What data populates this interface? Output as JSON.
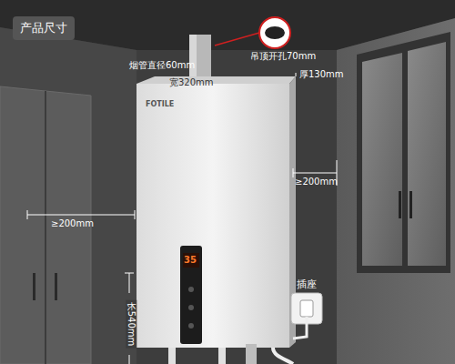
{
  "diagram": {
    "nodes": [
      {
        "text": [
          "产品尺寸"
        ]
      }
    ],
    "labels": [
      "FOTILE",
      "35",
      "烟管直径60mm",
      "吊顶开孔70mm",
      "宽320mm",
      "厚130mm",
      "≥200mm",
      "≥200mm",
      "长540mm",
      "插座"
    ]
  }
}
